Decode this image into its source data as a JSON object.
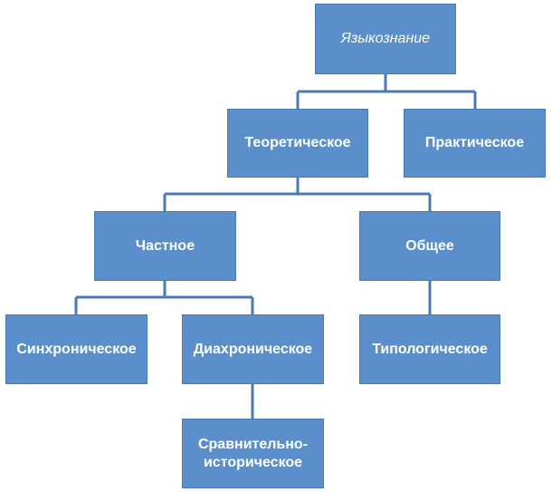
{
  "diagram": {
    "nodes": {
      "root": "Языкознание",
      "theoretical": "Теоретическое",
      "practical": "Практическое",
      "particular": "Частное",
      "general": "Общее",
      "synchronic": "Синхроническое",
      "diachronic": "Диахроническое",
      "typological": "Типологическое",
      "comparative": "Сравнительно-историческое"
    },
    "edges": [
      [
        "root",
        "theoretical"
      ],
      [
        "root",
        "practical"
      ],
      [
        "theoretical",
        "particular"
      ],
      [
        "theoretical",
        "general"
      ],
      [
        "particular",
        "synchronic"
      ],
      [
        "particular",
        "diachronic"
      ],
      [
        "general",
        "typological"
      ],
      [
        "diachronic",
        "comparative"
      ]
    ],
    "colors": {
      "box_fill": "#5b8fcb",
      "box_border": "#4a7ab5",
      "connector": "#4a7ab5",
      "text": "#ffffff"
    }
  }
}
